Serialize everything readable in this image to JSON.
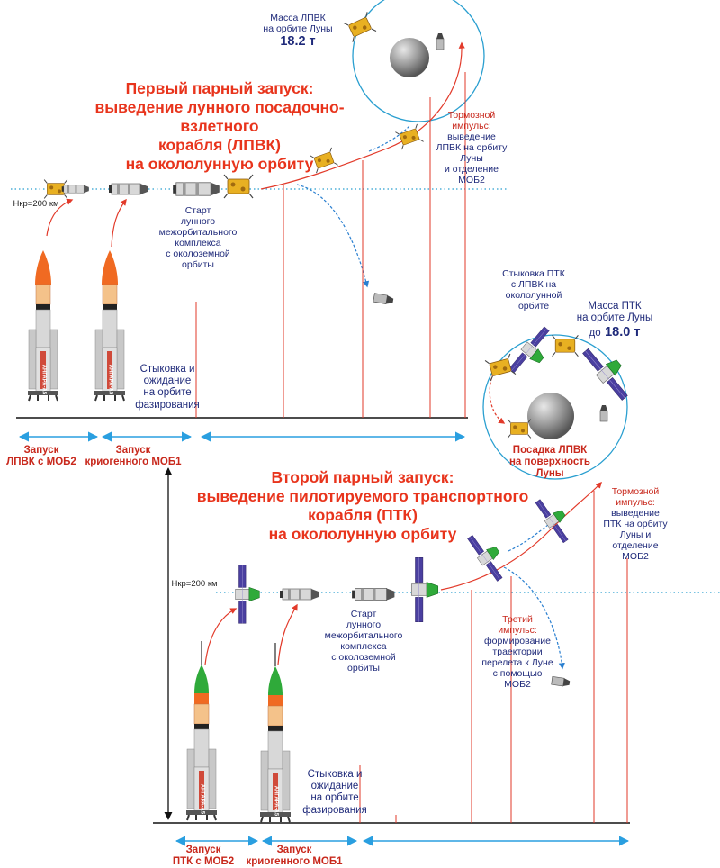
{
  "launch1": {
    "title_l1": "Первый парный запуск:",
    "title_l2": "выведение лунного посадочно-взлетного",
    "title_l3": "корабля (ЛПВК)",
    "title_l4": "на окололунную орбиту",
    "mass_l1": "Масса ЛПВК",
    "mass_l2": "на орбите Луны",
    "mass_value": "18.2 т",
    "brake_title_l1": "Тормозной",
    "brake_title_l2": "импульс:",
    "brake_l1": "выведение",
    "brake_l2": "ЛПВК на орбиту",
    "brake_l3": "Луны",
    "brake_l4": "и  отделение",
    "brake_l5": "МОБ2",
    "orbit_height": "Hкр=200 км",
    "start_l1": "Старт",
    "start_l2": "лунного",
    "start_l3": "межорбитального",
    "start_l4": "комплекса",
    "start_l5": "с околоземной",
    "start_l6": "орбиты",
    "dock_l1": "Стыковка и",
    "dock_l2": "ожидание",
    "dock_l3": "на орбите",
    "dock_l4": "фазирования",
    "launch_a_l1": "Запуск",
    "launch_a_l2": "ЛПВК с МОБ2",
    "launch_b_l1": "Запуск",
    "launch_b_l2": "криогенного МОБ1"
  },
  "launch2": {
    "title_l1": "Второй парный запуск:",
    "title_l2": "выведение пилотируемого транспортного",
    "title_l3": "корабля (ПТК)",
    "title_l4": "на окололунную орбиту",
    "dock_ptk_l1": "Стыковка ПТК",
    "dock_ptk_l2": "с ЛПВК на",
    "dock_ptk_l3": "окололунной",
    "dock_ptk_l4": "орбите",
    "mass_l1": "Масса ПТК",
    "mass_l2": "на орбите Луны",
    "mass_prefix": "до",
    "mass_value": "18.0 т",
    "landing_l1": "Посадка ЛПВК",
    "landing_l2": "на поверхность",
    "landing_l3": "Луны",
    "brake_title_l1": "Тормозной",
    "brake_title_l2": "импульс:",
    "brake_l1": "выведение",
    "brake_l2": "ПТК на орбиту",
    "brake_l3": "Луны и",
    "brake_l4": "отделение",
    "brake_l5": "МОБ2",
    "orbit_height": "Hкр=200 км",
    "start_l1": "Старт",
    "start_l2": "лунного",
    "start_l3": "межорбитального",
    "start_l4": "комплекса",
    "start_l5": "с околоземной",
    "start_l6": "орбиты",
    "third_title_l1": "Третий",
    "third_title_l2": "импульс:",
    "third_l1": "формирование",
    "third_l2": "траектории",
    "third_l3": "перелета к Луне",
    "third_l4": "с помощью",
    "third_l5": "МОБ2",
    "dock_l1": "Стыковка и",
    "dock_l2": "ожидание",
    "dock_l3": "на орбите",
    "dock_l4": "фазирования",
    "launch_a_l1": "Запуск",
    "launch_a_l2": "ПТК с МОБ2",
    "launch_b_l1": "Запуск",
    "launch_b_l2": "криогенного МОБ1"
  },
  "rocket_text": "АНГАРА-А5",
  "colors": {
    "title_red": "#e8341c",
    "text_navy": "#1f2a7a",
    "trajectory_red": "#e23a2a",
    "trajectory_blue": "#2a7fd0",
    "orbit_dotted": "#2a9fd0",
    "timeline_blue": "#2a9fe0",
    "moon_gray": "#8f8f8f",
    "solar_panel": "#4a3fa0",
    "ptk_green": "#2faa3a",
    "rocket_orange": "#f06a22",
    "lpvk_gold": "#e8b022"
  }
}
